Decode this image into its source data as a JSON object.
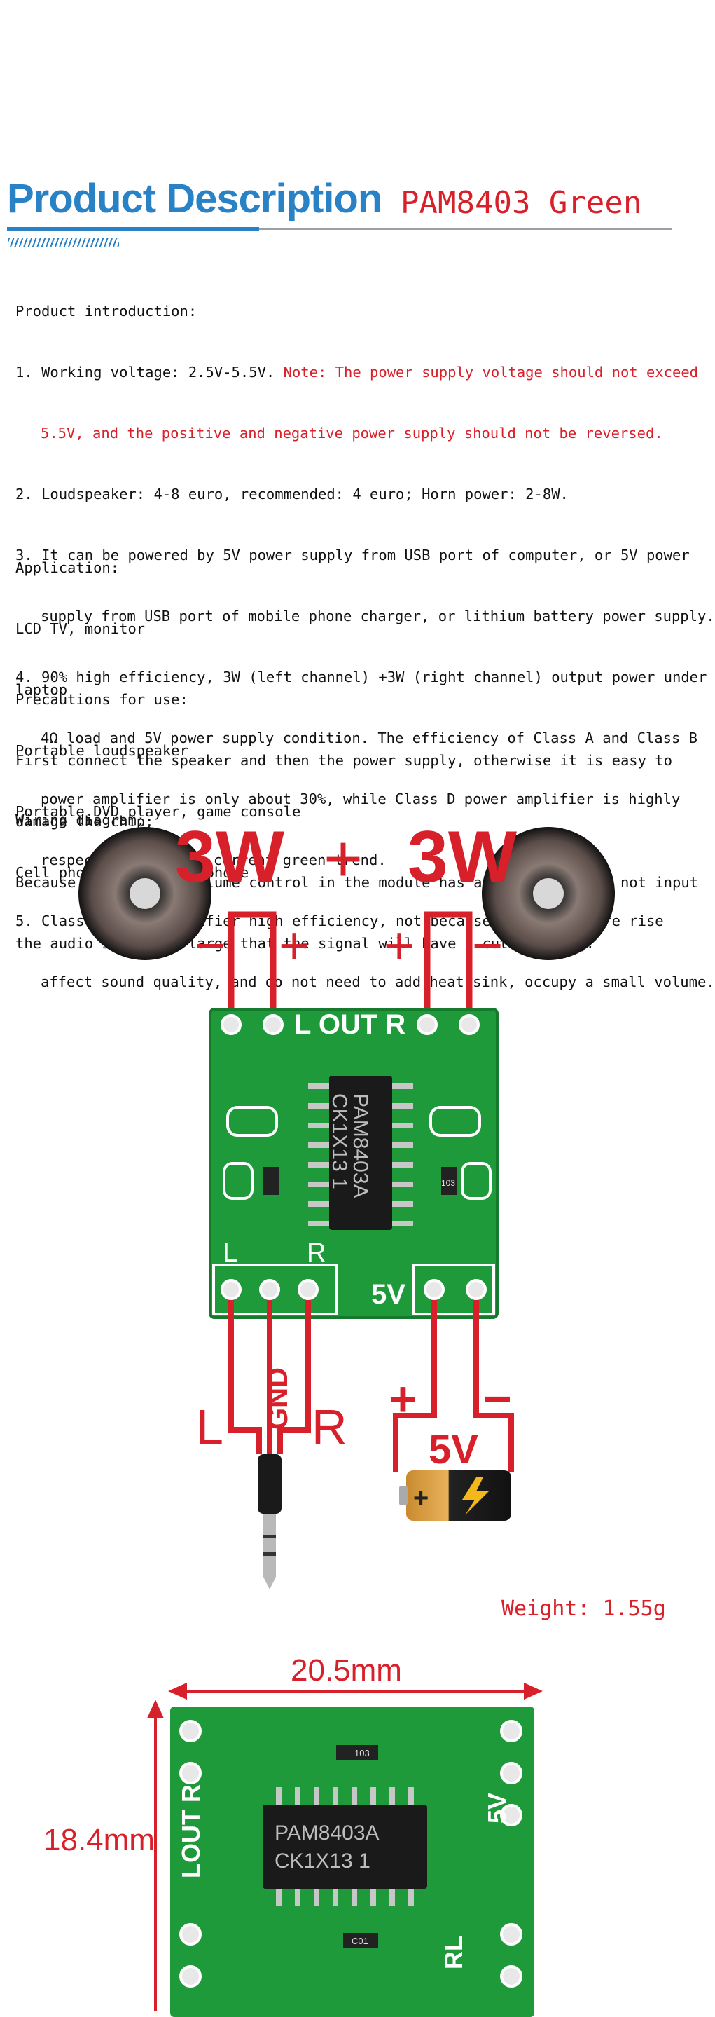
{
  "header": {
    "title": "Product Description",
    "model": "PAM8403 Green"
  },
  "intro": {
    "heading": "Product introduction:",
    "item1_prefix": "1. Working voltage: 2.5V-5.5V.",
    "item1_note_a": "Note: The power supply voltage should not exceed",
    "item1_note_b": "5.5V, and the positive and negative power supply should not be reversed.",
    "item2": "2. Loudspeaker: 4-8 euro, recommended: 4 euro; Horn power: 2-8W.",
    "item3_a": "3. It can be powered by 5V power supply from USB port of computer, or 5V power",
    "item3_b": "supply from USB port of mobile phone charger, or lithium battery power supply.",
    "item4_a": "4. 90% high efficiency, 3W (left channel) +3W (right channel) output power under",
    "item4_b": "4Ω load and 5V power supply condition. The efficiency of Class A and Class B",
    "item4_c": "power amplifier is only about 30%, while Class D power amplifier is highly",
    "item4_d": "respected under the current green trend.",
    "item5_a": "5. Class D power amplifier high efficiency, not because of temperature rise",
    "item5_b": "affect sound quality, and do not need to add heat sink, occupy a small volume."
  },
  "application": {
    "heading": "Application:",
    "items": [
      "LCD TV, monitor",
      "laptop",
      "Portable loudspeaker",
      "Portable DVD player, game console",
      "Cell phone/hands-free phone"
    ]
  },
  "precautions": {
    "heading": "Precautions for use:",
    "line1": "First connect the speaker and then the power supply, otherwise it is easy to",
    "line2": "damage the chip;",
    "line3": "Because the digital volume control in the module has a large gain, do not input",
    "line4": "the audio signal so large that the signal will have a cut limiting."
  },
  "wiring": {
    "heading": "Wiring diagram:",
    "power_left": "3W",
    "plus": "+",
    "power_right": "3W",
    "minus": "−",
    "pcb_out": "L OUT R",
    "chip_line1": "PAM8403A",
    "chip_line2": "CK1X13 1",
    "resistor": "103",
    "l_label": "L",
    "gnd_label": "GND",
    "r_label": "R",
    "v5_label": "5V",
    "v5_big": "5V"
  },
  "weight": "Weight: 1.55g",
  "dimensions": {
    "width": "20.5mm",
    "height": "18.4mm",
    "chip_line1": "PAM8403A",
    "chip_line2": "CK1X13 1",
    "resistor1": "103",
    "resistor2": "C01",
    "left_edge": "LOUT R",
    "right_edge": "5V",
    "bottom_right": "RL"
  },
  "colors": {
    "title_blue": "#2a82c6",
    "accent_red": "#d8202a",
    "pcb_green": "#1e9a3a"
  }
}
